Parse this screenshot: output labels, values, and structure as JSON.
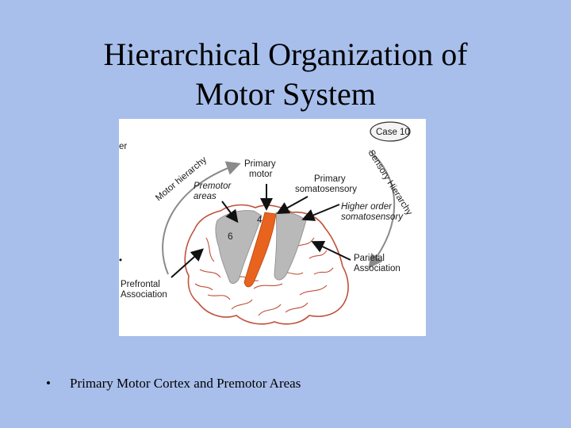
{
  "slide": {
    "title_line1": "Hierarchical Organization of",
    "title_line2": "Motor System",
    "bullet": "Primary Motor Cortex and Premotor Areas",
    "bullet_marker": "•"
  },
  "figure": {
    "case_badge": "Case 10",
    "motor_hierarchy": "Motor hierarchy",
    "sensory_hierarchy": "Sensory Hierarchy",
    "primary_motor_line1": "Primary",
    "primary_motor_line2": "motor",
    "premotor_line1": "Premotor",
    "premotor_line2": "areas",
    "primary_soma_line1": "Primary",
    "primary_soma_line2": "somatosensory",
    "higher_order_line1": "Higher order",
    "higher_order_line2": "somatosensory",
    "parietal_line1": "Parietal",
    "parietal_line2": "Association",
    "prefrontal_line1": "Prefrontal",
    "prefrontal_line2": "Association",
    "area_4": "4",
    "area_6": "6",
    "colors": {
      "slide_background": "#a8bfec",
      "brain_outline": "#c0503a",
      "motor_strip": "#e8641e",
      "premotor_gray": "#b9b9b9",
      "arrows": "#111111",
      "hierarchy_arrows": "#8a8a8a"
    }
  }
}
